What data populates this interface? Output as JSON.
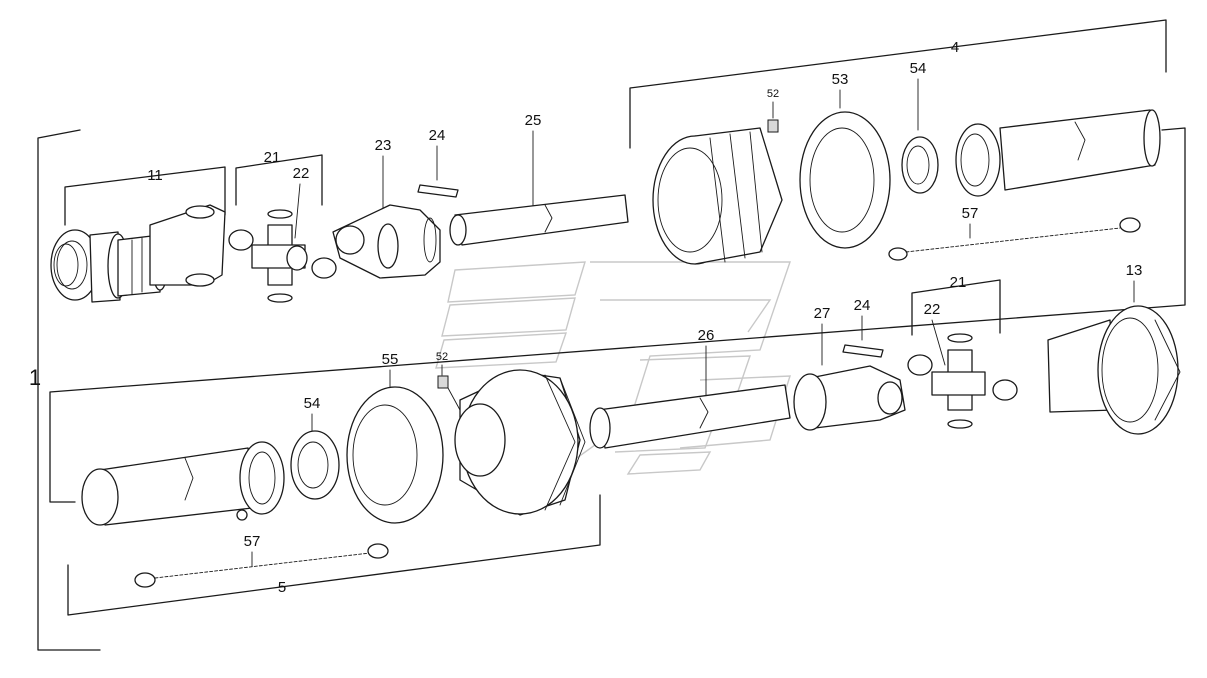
{
  "diagram": {
    "labels": {
      "assembly": "1",
      "group_top": "4",
      "group_bottom": "5",
      "p11": "11",
      "p21_top": "21",
      "p22_top": "22",
      "p23": "23",
      "p24_top": "24",
      "p25": "25",
      "p52_top": "52",
      "p53": "53",
      "p54_top": "54",
      "p57_top": "57",
      "p13": "13",
      "p21_bottom": "21",
      "p22_bottom": "22",
      "p24_bottom": "24",
      "p27": "27",
      "p26": "26",
      "p52_bottom": "52",
      "p55": "55",
      "p54_bottom": "54",
      "p57_bottom": "57"
    }
  }
}
